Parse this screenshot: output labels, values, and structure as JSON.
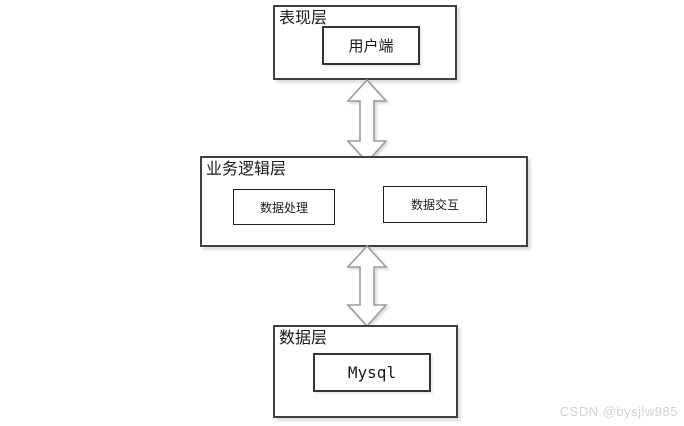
{
  "diagram": {
    "layers": [
      {
        "id": "presentation",
        "title": "表现层",
        "nodes": [
          {
            "label": "用户端"
          }
        ]
      },
      {
        "id": "business-logic",
        "title": "业务逻辑层",
        "nodes": [
          {
            "label": "数据处理"
          },
          {
            "label": "数据交互"
          }
        ]
      },
      {
        "id": "data",
        "title": "数据层",
        "nodes": [
          {
            "label": "Mysql"
          }
        ]
      }
    ],
    "connectors": [
      {
        "type": "double-headed-arrow",
        "from": "presentation",
        "to": "business-logic"
      },
      {
        "type": "double-headed-arrow",
        "from": "business-logic",
        "to": "data"
      }
    ]
  },
  "watermark": {
    "text": "CSDN @bysjlw985"
  },
  "colors": {
    "background": "#ffffff",
    "box_border": "#3f3f3f",
    "inner_box_border": "#1f1f1f",
    "arrow_outline": "#9b9b9b",
    "arrow_fill": "#ffffff",
    "watermark_text": "#d2d2d8"
  }
}
